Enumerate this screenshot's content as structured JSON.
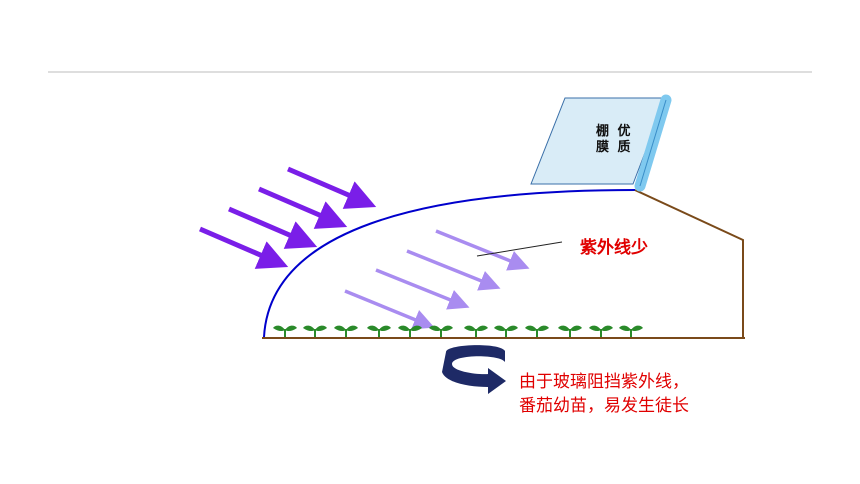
{
  "film_label": {
    "line1": "棚 优",
    "line2": "膜 质"
  },
  "uv_label": "紫外线少",
  "note": {
    "line1": "由于玻璃阻挡紫外线，",
    "line2": "番茄幼苗，易发生徒长"
  },
  "colors": {
    "greenhouse_outline": "#0000cc",
    "incident_uv_arrow": "#7a1ee8",
    "transmitted_uv_arrow": "#a98cf0",
    "ground": "#7a4a1a",
    "seedling": "#2a8a2a",
    "film_sheet": "#d9ecf7",
    "film_roll": "#7fc9ef",
    "cycle_arrow": "#1e2a66",
    "note_text": "#e00000"
  },
  "icons": {
    "film": "film-roll-icon",
    "seedling": "seedling-icon",
    "cycle": "curved-arrow-icon"
  }
}
